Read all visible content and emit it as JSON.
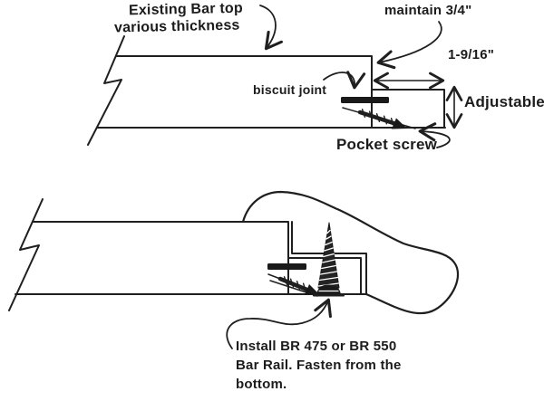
{
  "diagram": {
    "background_color": "#ffffff",
    "ink_color": "#1f1f1f",
    "top_view": {
      "labels": {
        "existing_line1": "Existing Bar top",
        "existing_line2": "various thickness",
        "maintain": "maintain 3/4\"",
        "width_dimension": "1-9/16\"",
        "adjustable": "Adjustable",
        "biscuit_joint": "biscuit joint",
        "pocket_screw": "Pocket screw"
      }
    },
    "bottom_view": {
      "labels": {
        "install_line1": "Install BR 475 or BR 550",
        "install_line2": "Bar Rail. Fasten from the",
        "install_line3": "bottom."
      }
    }
  }
}
